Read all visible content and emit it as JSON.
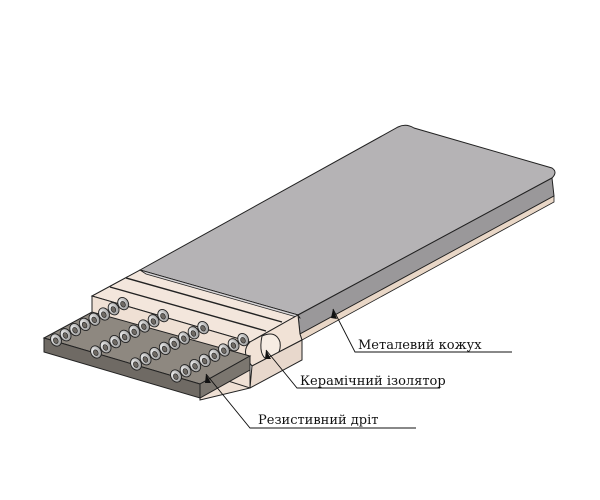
{
  "labels": {
    "casing": "Металевий кожух",
    "insulator": "Керамічний ізолятор",
    "wire": "Резистивний дріт"
  },
  "colors": {
    "sheath_top": "#b5b3b5",
    "sheath_side": "#9a989a",
    "insulator": "#f3e6dc",
    "insulator_shade": "#e8d8cc",
    "base": "#8e8880",
    "base_side": "#6f6a64",
    "coil": "#d0d0d0",
    "outline": "#222222"
  },
  "icons": [
    "wire-coil-icon"
  ]
}
